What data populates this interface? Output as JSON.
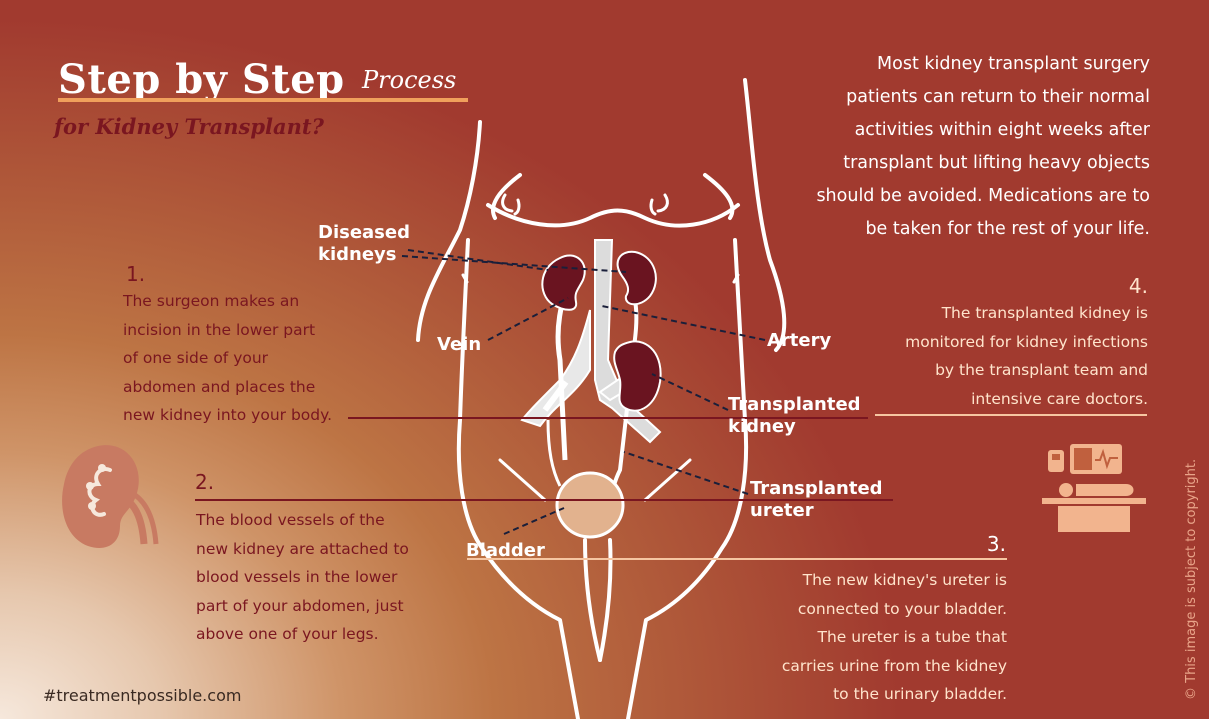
{
  "header": {
    "title_main": "Step by Step",
    "title_process": "Process",
    "subtitle": "for Kidney Transplant?"
  },
  "intro": {
    "lines": [
      "Most kidney transplant surgery",
      "patients can return to their normal",
      "activities within eight weeks after",
      "transplant but lifting heavy objects",
      "should be avoided. Medications are to",
      "be taken for the rest of your life."
    ]
  },
  "steps": [
    {
      "number": "1.",
      "lines": [
        "The surgeon makes an",
        "incision in the lower part",
        "of one side of your",
        "abdomen and places the",
        "new kidney into your body."
      ]
    },
    {
      "number": "2.",
      "lines": [
        "The blood vessels of the",
        "new kidney are attached to",
        "blood vessels in the lower",
        "part of your abdomen, just",
        "above one of your legs."
      ]
    },
    {
      "number": "3.",
      "lines": [
        "The new kidney's ureter is",
        "connected to your bladder.",
        "The ureter is a tube that",
        "carries urine from the kidney",
        "to the urinary bladder."
      ]
    },
    {
      "number": "4.",
      "lines": [
        "The transplanted kidney is",
        "monitored for kidney infections",
        "by the transplant team and",
        "intensive care doctors."
      ]
    }
  ],
  "labels": {
    "diseased": [
      "Diseased",
      "kidneys"
    ],
    "vein": "Vein",
    "artery": "Artery",
    "transplanted_kidney": [
      "Transplanted",
      "kidney"
    ],
    "transplanted_ureter": [
      "Transplanted",
      "ureter"
    ],
    "bladder": "Bladder"
  },
  "footer": {
    "website": "#treatmentpossible.com",
    "copyright": "© This image is subject to copyright."
  },
  "icons": {
    "kidney_icon": "kidney-icon",
    "patient_monitor_icon": "hospital-bed-monitor-icon"
  },
  "colors": {
    "title_underline": "#f0a05c",
    "dark_red": "#7a1620",
    "kidney": "#6a1420",
    "icon_salmon": "#c87a62",
    "icon_peach": "#f2b48e"
  }
}
